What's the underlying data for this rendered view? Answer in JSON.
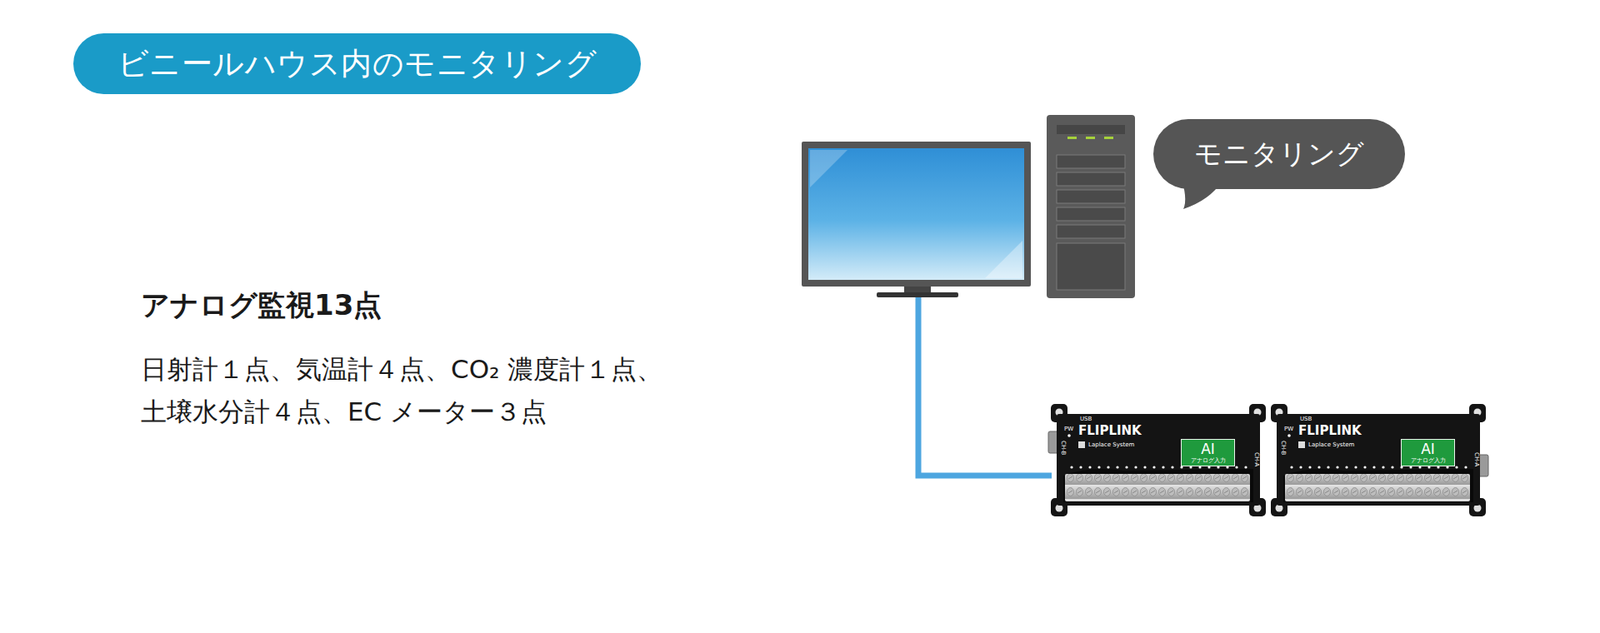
{
  "diagram": {
    "title": "ビニールハウス内のモニタリング",
    "nodes": [
      {
        "text": [
          "モニタリング"
        ]
      },
      {
        "text": [
          "FLIPLINK",
          "Laplace System"
        ]
      },
      {
        "text": [
          "AI",
          "アナログ入力"
        ],
        "in": 1
      },
      {
        "text": [
          "FLIPLINK",
          "Laplace System"
        ]
      },
      {
        "text": [
          "AI",
          "アナログ入力"
        ],
        "in": 3
      }
    ],
    "labels": [
      "アナログ監視13点",
      "日射計１点、気温計４点、CO₂ 濃度計１点、 土壌水分計４点、EC メーター３点",
      "USB",
      "PW",
      "CH-B",
      "CH-A",
      "USB",
      "PW",
      "CH-B",
      "CH-A"
    ]
  }
}
